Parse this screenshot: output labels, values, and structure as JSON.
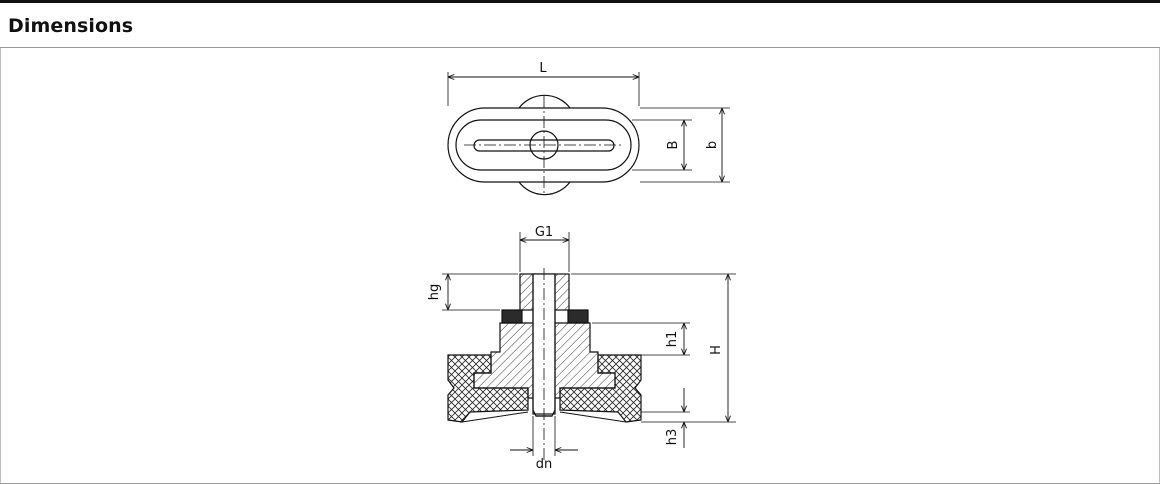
{
  "header": {
    "title": "Dimensions"
  },
  "labels": {
    "L": "L",
    "B": "B",
    "b": "b",
    "G1": "G1",
    "hg": "hg",
    "h1": "h1",
    "H": "H",
    "h3": "h3",
    "dn": "dn"
  }
}
